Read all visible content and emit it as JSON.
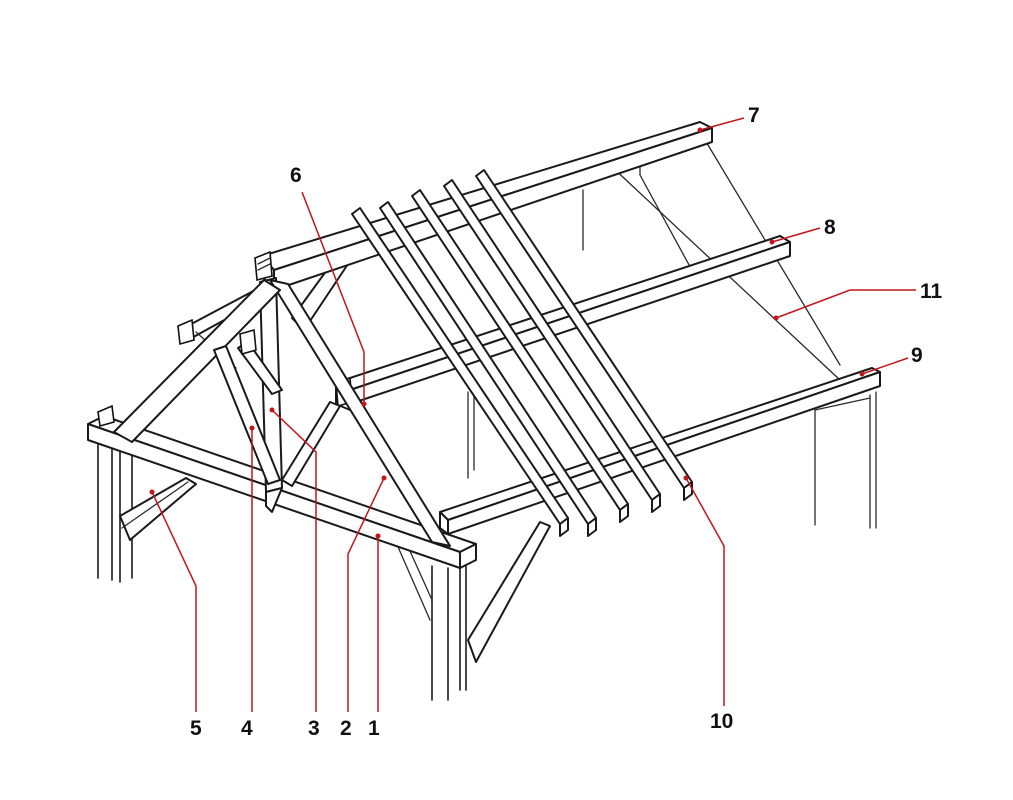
{
  "colors": {
    "leader": "#c0161c",
    "line": "#1a1a1a"
  },
  "callouts": [
    {
      "id": "1",
      "label": "1"
    },
    {
      "id": "2",
      "label": "2"
    },
    {
      "id": "3",
      "label": "3"
    },
    {
      "id": "4",
      "label": "4"
    },
    {
      "id": "5",
      "label": "5"
    },
    {
      "id": "6",
      "label": "6"
    },
    {
      "id": "7",
      "label": "7"
    },
    {
      "id": "8",
      "label": "8"
    },
    {
      "id": "9",
      "label": "9"
    },
    {
      "id": "10",
      "label": "10"
    },
    {
      "id": "11",
      "label": "11"
    }
  ]
}
